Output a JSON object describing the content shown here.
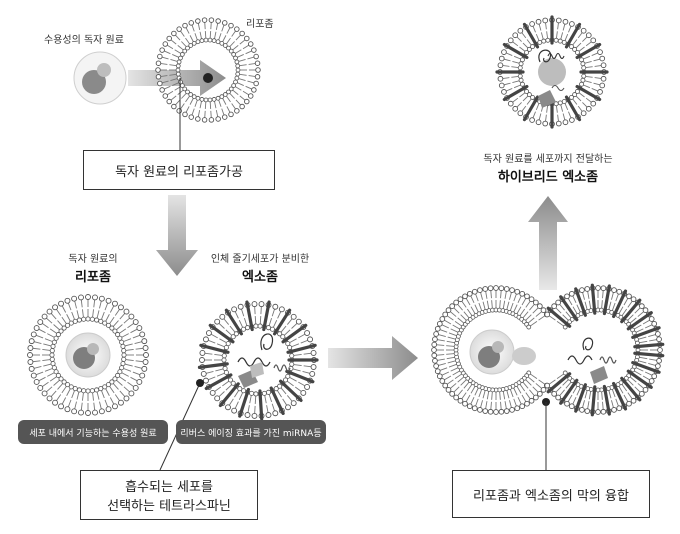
{
  "labels": {
    "water_soluble_toxin": "수용성의 독자 원료",
    "liposome_top": "리포좀",
    "toxin_liposome_line1": "독자 원료의",
    "toxin_liposome_line2": "리포좀",
    "exosome_line1": "인체 줄기세포가 분비한",
    "exosome_line2": "엑소좀",
    "deliver_line1": "독자 원료를 세포까지 전달하는",
    "deliver_line2": "하이브리드 엑소좀"
  },
  "boxes": {
    "liposome_processing": "독자 원료의 리포좀가공",
    "tetraspanin_line1": "흡수되는 세포를",
    "tetraspanin_line2": "선택하는 테트라스파닌",
    "membrane_fusion": "리포좀과 엑소좀의 막의 융합"
  },
  "pills": {
    "water_soluble_in_cell": "세포 내에서 기능하는 수용성 원료",
    "mirna": "리버스 에이징 효과를 가진 miRNA등"
  },
  "colors": {
    "membrane": "#777777",
    "arrow_light": "#e4e4e4",
    "arrow_dark": "#8c8c8c",
    "pill_bg": "#555555"
  }
}
